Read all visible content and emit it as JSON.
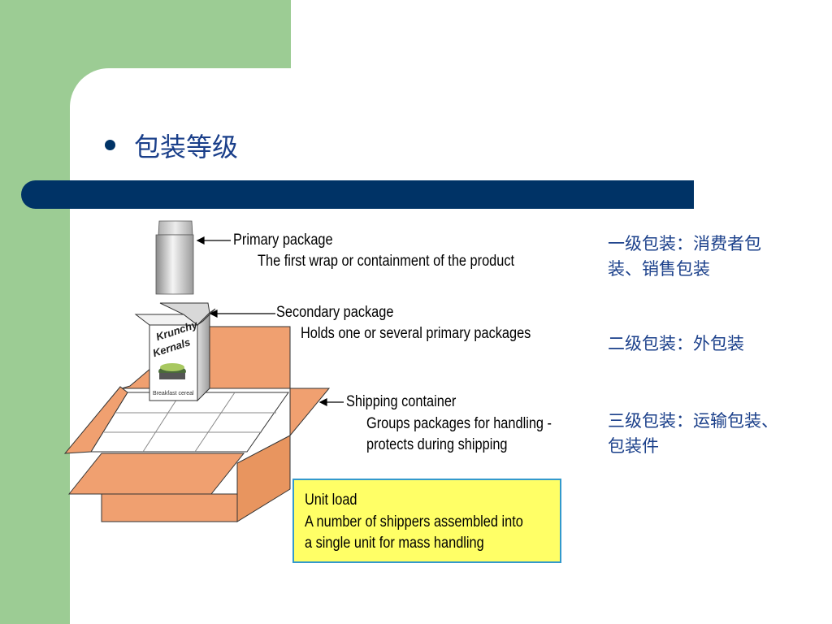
{
  "slide": {
    "title": "包装等级",
    "colors": {
      "green_band": "#9ccc94",
      "title_bar": "#003366",
      "title_text": "#1a3f8a",
      "unit_box_fill": "#ffff66",
      "unit_box_border": "#3399cc",
      "carton": "#f0a070"
    }
  },
  "diagram": {
    "primary": {
      "heading": "Primary package",
      "desc": "The first wrap or containment of the product"
    },
    "secondary": {
      "heading": "Secondary package",
      "desc": "Holds one or several primary packages"
    },
    "shipping": {
      "heading": "Shipping container",
      "desc_1": "Groups packages for handling -",
      "desc_2": "protects during shipping"
    },
    "unit_load": {
      "heading": "Unit load",
      "desc_1": "A number of shippers assembled into",
      "desc_2": "a single unit for mass handling"
    },
    "cereal_box": {
      "brand_1": "Krunchy",
      "brand_2": "Kernals",
      "caption": "Breakfast cereal"
    }
  },
  "notes": {
    "level1_line1": "一级包装：消费者包",
    "level1_line2": "装、销售包装",
    "level2": "二级包装：外包装",
    "level3_line1": "三级包装：运输包装、",
    "level3_line2": "包装件"
  }
}
